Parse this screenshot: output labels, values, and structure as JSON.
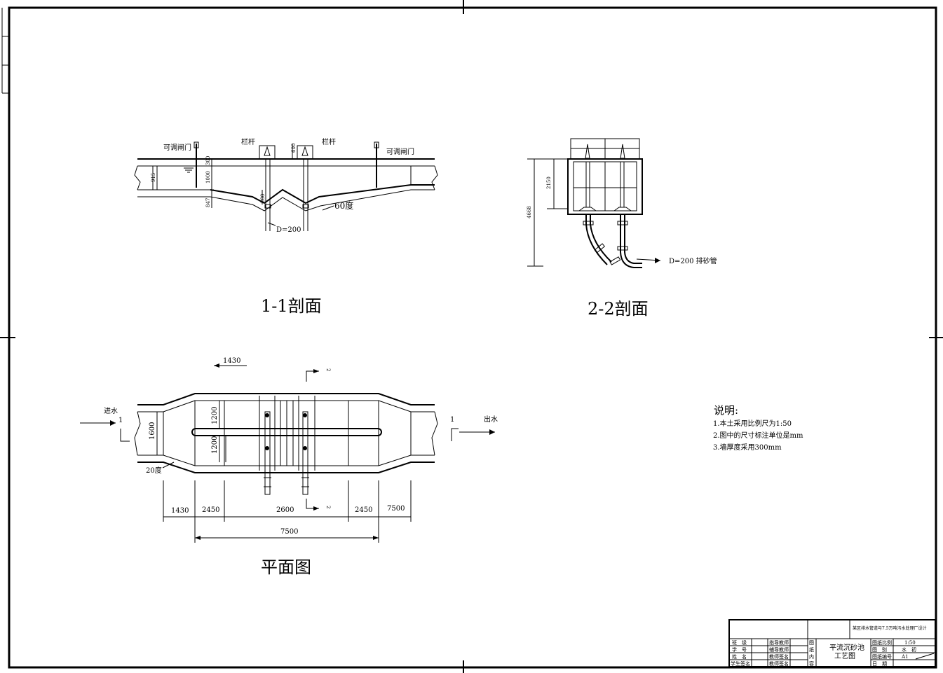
{
  "views": {
    "section_1_1": {
      "title": "1-1剖面",
      "label_gate_left": "可调闸门",
      "label_gate_right": "可调闸门",
      "label_railing_left": "栏杆",
      "label_railing_right": "栏杆",
      "label_angle": "60度",
      "label_pipe": "D=200",
      "dims": {
        "d915": "915",
        "d1000": "1000",
        "d300": "300",
        "d847": "847",
        "d600": "600",
        "d200": "200"
      }
    },
    "section_2_2": {
      "title": "2-2剖面",
      "dim_total": "4668",
      "dim_upper": "2150",
      "label_pipe": "D=200 排砂管"
    },
    "plan": {
      "title": "平面图",
      "label_inflow": "进水",
      "label_outflow": "出水",
      "label_section_1": "1",
      "label_section_2": "2",
      "label_angle": "20度",
      "dim_top": "1430",
      "dim_width": "1600",
      "dim_half_1": "1200",
      "dim_half_2": "1200",
      "dims_bottom": [
        "1430",
        "2450",
        "2600",
        "2450",
        "7500"
      ],
      "dim_total": "7500"
    }
  },
  "notes": {
    "heading": "说明:",
    "items": [
      "1.本土采用比例尺为1:50",
      "2.图中的尺寸标注单位是mm",
      "3.墙厚度采用300mm"
    ]
  },
  "title_block": {
    "project": "某区排水管道与7.5万吨污水处理厂设计",
    "drawing_name_1": "平流沉砂池",
    "drawing_name_2": "工艺图",
    "vertical_label": [
      "图",
      "纸",
      "内",
      "容"
    ],
    "left_labels": [
      "班　级",
      "学　号",
      "姓　名",
      "学生签名"
    ],
    "mid_labels": [
      "指导教师",
      "辅导教师",
      "教师签名",
      "教师签名"
    ],
    "right_labels": [
      "图纸比例",
      "图　别",
      "图纸编号",
      "日　期"
    ],
    "right_values": [
      "1:50",
      "水　初",
      "A1",
      ""
    ]
  }
}
